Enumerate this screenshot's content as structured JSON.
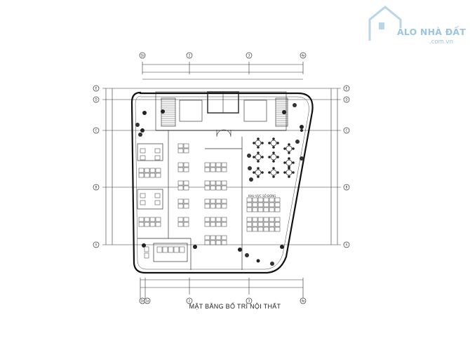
{
  "drawing": {
    "caption": "MẶT BẰNG BỐ TRÍ NỘI THẤT",
    "area_label": "KHU VỰC SỐ ĐÔNG"
  },
  "watermark": {
    "brand": "ALO NHÀ ĐẤT",
    "url": ".com.vn",
    "icon": "house-logo-icon",
    "color": "#9cc6de"
  },
  "grid": {
    "columns": [
      "1b",
      "1a",
      "2",
      "3",
      "4a"
    ],
    "rows": [
      "E",
      "D",
      "C",
      "B",
      "A"
    ]
  }
}
